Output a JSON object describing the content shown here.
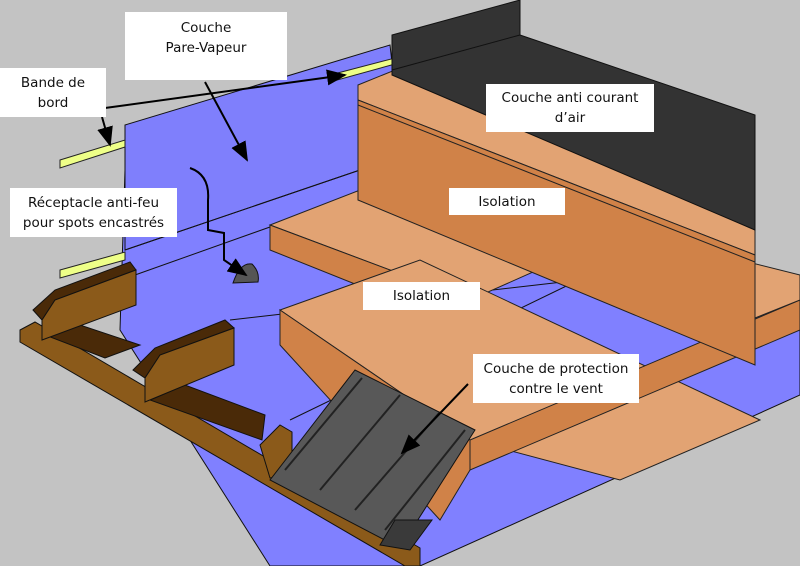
{
  "diagram": {
    "title": "Roof layer cross-section",
    "colors": {
      "background": "#c3c3c3",
      "vapor_barrier": "#8080ff",
      "insulation_light": "#e2a373",
      "insulation_dark": "#d08248",
      "wind_barrier": "#585858",
      "air_barrier": "#333333",
      "edge_strip": "#eeff88",
      "timber_light": "#8b5a1a",
      "timber_dark": "#4a2a08"
    },
    "labels": {
      "vapor_barrier": {
        "line1": "Couche",
        "line2": "Pare-Vapeur"
      },
      "edge_strip": {
        "line1": "Bande de",
        "line2": "bord"
      },
      "fire_receptacle": {
        "line1": "Réceptacle anti-feu",
        "line2": "pour spots encastrés"
      },
      "air_barrier": {
        "line1": "Couche anti courant",
        "line2": "d’air"
      },
      "insulation_upper": {
        "line1": "Isolation"
      },
      "insulation_lower": {
        "line1": "Isolation"
      },
      "wind_barrier": {
        "line1": "Couche de protection",
        "line2": "contre le vent"
      }
    }
  }
}
